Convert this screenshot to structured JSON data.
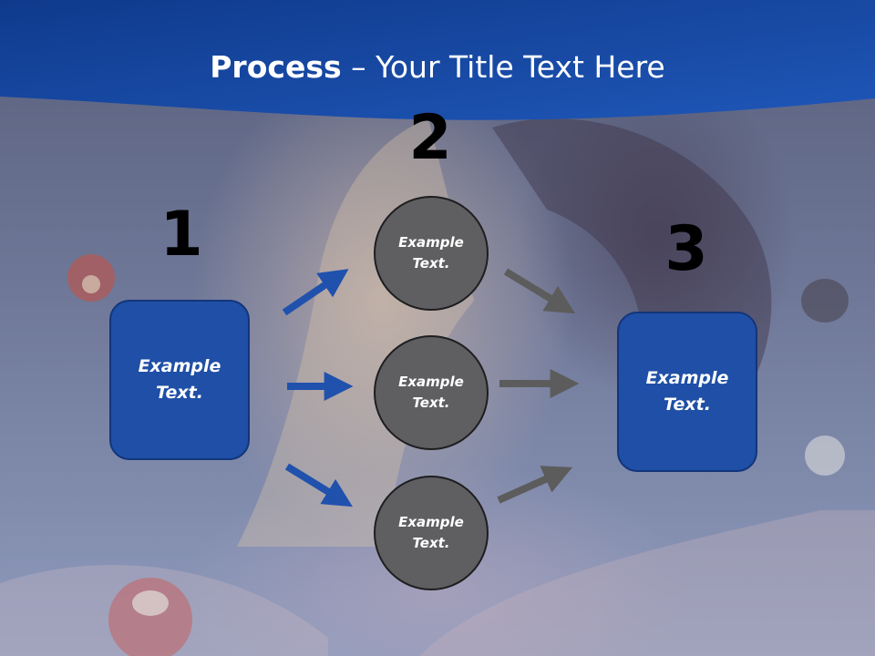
{
  "title": {
    "bold": "Process",
    "rest": " – Your Title Text Here"
  },
  "steps": [
    {
      "number": "1",
      "text": "Example Text."
    },
    {
      "number": "2",
      "items": [
        "Example Text.",
        "Example Text.",
        "Example Text."
      ]
    },
    {
      "number": "3",
      "text": "Example Text."
    }
  ],
  "colors": {
    "header_blue": "#1a48a0",
    "box_blue": "#1f4fa6",
    "circle_gray": "#5f5f62",
    "arrow_blue": "#2051ad",
    "arrow_gray": "#5c5c5c"
  }
}
